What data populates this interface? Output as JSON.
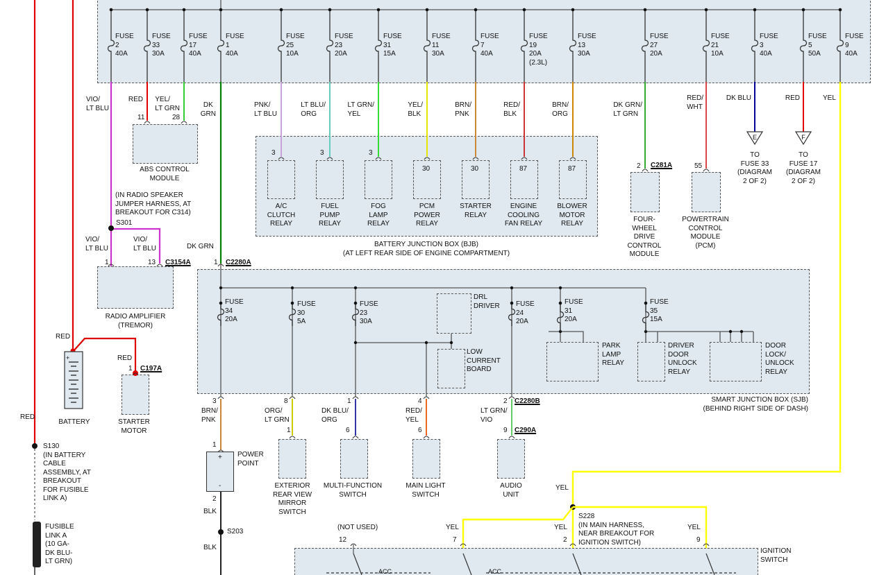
{
  "colors": {
    "red": "#e00000",
    "violet": "#cc33cc",
    "lt_blu": "#99ccff",
    "yel": "#e6e600",
    "lt_grn": "#33cc33",
    "dk_grn": "#008000",
    "pnk": "#ff99cc",
    "org": "#ff9900",
    "brn": "#996633",
    "dk_blu": "#000099",
    "blk": "#222222",
    "grey": "#555555",
    "box_fill": "#dfe9ef",
    "wht": "#ffffff"
  },
  "top_fuses": [
    {
      "label": "FUSE\n2\n40A"
    },
    {
      "label": "FUSE\n33\n30A"
    },
    {
      "label": "FUSE\n17\n40A"
    },
    {
      "label": "FUSE\n1\n40A"
    },
    {
      "label": "FUSE\n25\n10A"
    },
    {
      "label": "FUSE\n23\n20A"
    },
    {
      "label": "FUSE\n31\n15A"
    },
    {
      "label": "FUSE\n11\n30A"
    },
    {
      "label": "FUSE\n7\n40A"
    },
    {
      "label": "FUSE\n19\n20A\n(2.3L)"
    },
    {
      "label": "FUSE\n13\n30A"
    },
    {
      "label": "FUSE\n27\n20A"
    },
    {
      "label": "FUSE\n21\n10A"
    },
    {
      "label": "FUSE\n3\n40A"
    },
    {
      "label": "FUSE\n5\n50A"
    },
    {
      "label": "FUSE\n9\n40A"
    }
  ],
  "wire_labels": {
    "vio_lt_blu_1": "VIO/\nLT BLU",
    "red_1": "RED",
    "yel_lt_grn_1": "YEL/\nLT GRN",
    "dk_grn_1": "DK\nGRN",
    "pnk_lt_blu": "PNK/\nLT BLU",
    "lt_blu_org": "LT BLU/\nORG",
    "lt_grn_yel": "LT GRN/\nYEL",
    "yel_blk": "YEL/\nBLK",
    "brn_pnk": "BRN/\nPNK",
    "red_blk": "RED/\nBLK",
    "brn_org": "BRN/\nORG",
    "dk_grn_lt_grn": "DK GRN/\nLT GRN",
    "red_wht": "RED/\nWHT",
    "dk_blu": "DK BLU",
    "red_2": "RED",
    "yel_1": "YEL",
    "vio_lt_blu_2": "VIO/\nLT BLU",
    "vio_lt_blu_3": "VIO/\nLT BLU",
    "dk_grn_2": "DK GRN",
    "red_batt": "RED",
    "red_starter": "RED",
    "red_left": "RED",
    "brn_pnk_2": "BRN/\nPNK",
    "org_lt_grn": "ORG/\nLT GRN",
    "dk_blu_org": "DK BLU/\nORG",
    "red_yel": "RED/\nYEL",
    "lt_grn_vio": "LT GRN/\nVIO",
    "blk_1": "BLK",
    "blk_2": "BLK",
    "yel_2": "YEL",
    "yel_3": "YEL",
    "yel_4": "YEL",
    "yel_5": "YEL"
  },
  "pins": {
    "abs_11": "11",
    "abs_28": "28",
    "r1": "3",
    "r2": "3",
    "r3": "3",
    "r4": "30",
    "r5": "30",
    "r6": "87",
    "r7": "87",
    "fwd_2": "2",
    "pcm_55": "55",
    "amp_1": "1",
    "amp_13": "13",
    "c2280a_1": "1",
    "starter_1": "1",
    "sjb_3": "3",
    "sjb_8": "8",
    "sjb_1": "1",
    "sjb_4": "4",
    "sjb_2": "2",
    "mir_1": "1",
    "mfs_6": "6",
    "mls_6": "6",
    "aud_9": "9",
    "pp_1": "1",
    "pp_2": "2",
    "ign_12": "12",
    "ign_7": "7",
    "ign_2": "2",
    "ign_9": "9"
  },
  "connectors": {
    "c281a": "C281A",
    "c3154a": "C3154A",
    "c2280a": "C2280A",
    "c197a": "C197A",
    "c2280b": "C2280B",
    "c290a": "C290A"
  },
  "components": {
    "abs": "ABS CONTROL\nMODULE",
    "relays": [
      "A/C\nCLUTCH\nRELAY",
      "FUEL\nPUMP\nRELAY",
      "FOG\nLAMP\nRELAY",
      "PCM\nPOWER\nRELAY",
      "STARTER\nRELAY",
      "ENGINE\nCOOLING\nFAN RELAY",
      "BLOWER\nMOTOR\nRELAY"
    ],
    "bjb": "BATTERY JUNCTION BOX (BJB)\n(AT LEFT REAR SIDE OF ENGINE COMPARTMENT)",
    "fwd": "FOUR-\nWHEEL\nDRIVE\nCONTROL\nMODULE",
    "pcm": "POWERTRAIN\nCONTROL\nMODULE\n(PCM)",
    "to_e": "TO\nFUSE 33\n(DIAGRAM\n2 OF 2)",
    "to_f": "TO\nFUSE 17\n(DIAGRAM\n2 OF 2)",
    "e": "E",
    "f": "F",
    "radio_note": "(IN RADIO SPEAKER\nJUMPER HARNESS, AT\nBREAKOUT FOR C314)",
    "s301": "S301",
    "amp": "RADIO AMPLIFIER\n(TREMOR)",
    "battery": "BATTERY",
    "starter": "STARTER\nMOTOR",
    "sjb_fuse34": "FUSE\n34\n20A",
    "sjb_fuse30": "FUSE\n30\n5A",
    "sjb_fuse23": "FUSE\n23\n30A",
    "sjb_fuse24": "FUSE\n24\n20A",
    "sjb_fuse31": "FUSE\n31\n20A",
    "sjb_fuse35": "FUSE\n35\n15A",
    "drl": "DRL\nDRIVER",
    "lcb": "LOW\nCURRENT\nBOARD",
    "park": "PARK\nLAMP\nRELAY",
    "ddu": "DRIVER\nDOOR\nUNLOCK\nRELAY",
    "dlu": "DOOR\nLOCK/\nUNLOCK\nRELAY",
    "sjb": "SMART JUNCTION BOX (SJB)\n(BEHIND RIGHT SIDE OF DASH)",
    "pp": "POWER\nPOINT",
    "pp_plus": "+",
    "pp_minus": "-",
    "mirror": "EXTERIOR\nREAR VIEW\nMIRROR\nSWITCH",
    "mfs": "MULTI-FUNCTION\nSWITCH",
    "mls": "MAIN LIGHT\nSWITCH",
    "audio": "AUDIO\nUNIT",
    "s130": "S130\n(IN BATTERY\nCABLE\nASSEMBLY, AT\nBREAKOUT\nFOR FUSIBLE\nLINK A)",
    "fusible": "FUSIBLE\nLINK A\n(10 GA-\nDK BLU-\nLT GRN)",
    "s203": "S203",
    "s228": "S228\n(IN MAIN HARNESS,\nNEAR BREAKOUT FOR\nIGNITION SWITCH)",
    "not_used": "(NOT USED)",
    "ign": "IGNITION\nSWITCH",
    "acc1": "ACC",
    "acc2": "ACC"
  }
}
